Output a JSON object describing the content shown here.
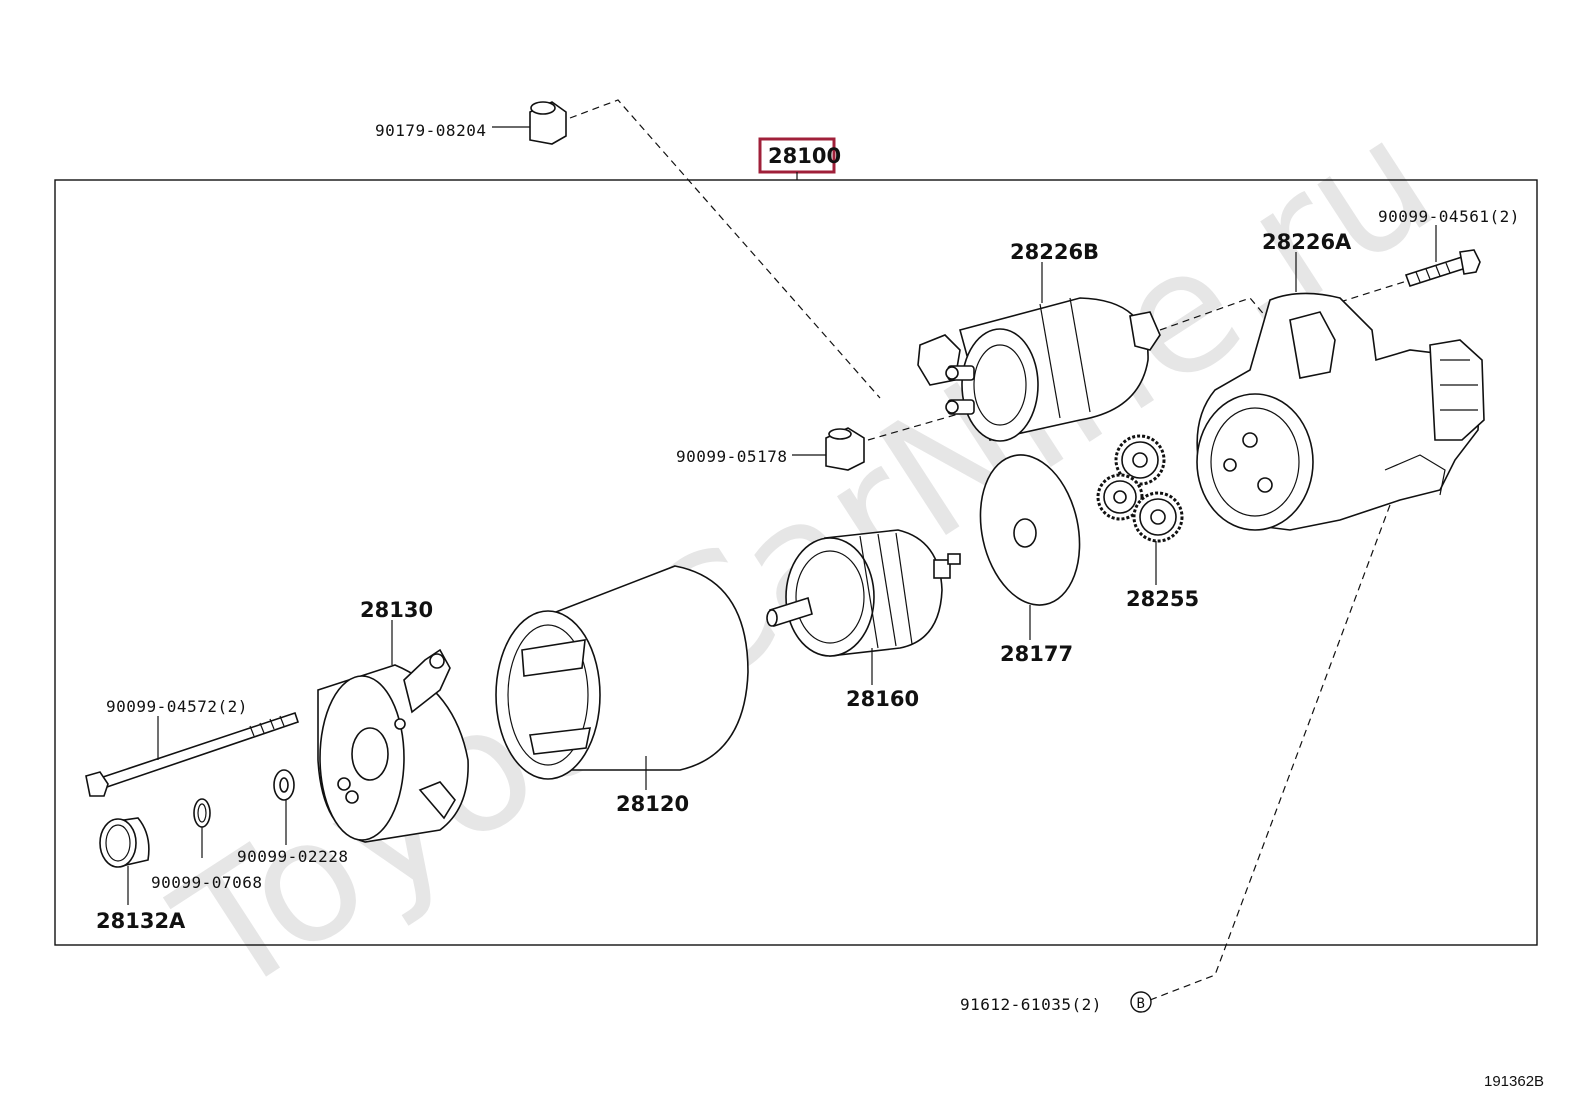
{
  "diagram": {
    "assembly_number": "28100",
    "highlight_color": "#a0203a",
    "watermark": "ToyotaCarNine.ru",
    "figure_code": "191362B",
    "callouts": {
      "nut_top": "90179-08204",
      "nut_mid": "90099-05178",
      "bolt_top_right": "90099-04561(2)",
      "bolt_left": "90099-04572(2)",
      "washer": "90099-02228",
      "clip": "90099-07068",
      "screw_bottom": "91612-61035(2)",
      "screw_marker": "B"
    },
    "parts": {
      "solenoid": "28226B",
      "housing": "28226A",
      "gears": "28255",
      "plate": "28177",
      "armature": "28160",
      "yoke": "28120",
      "end_frame": "28130",
      "cap": "28132A"
    }
  }
}
